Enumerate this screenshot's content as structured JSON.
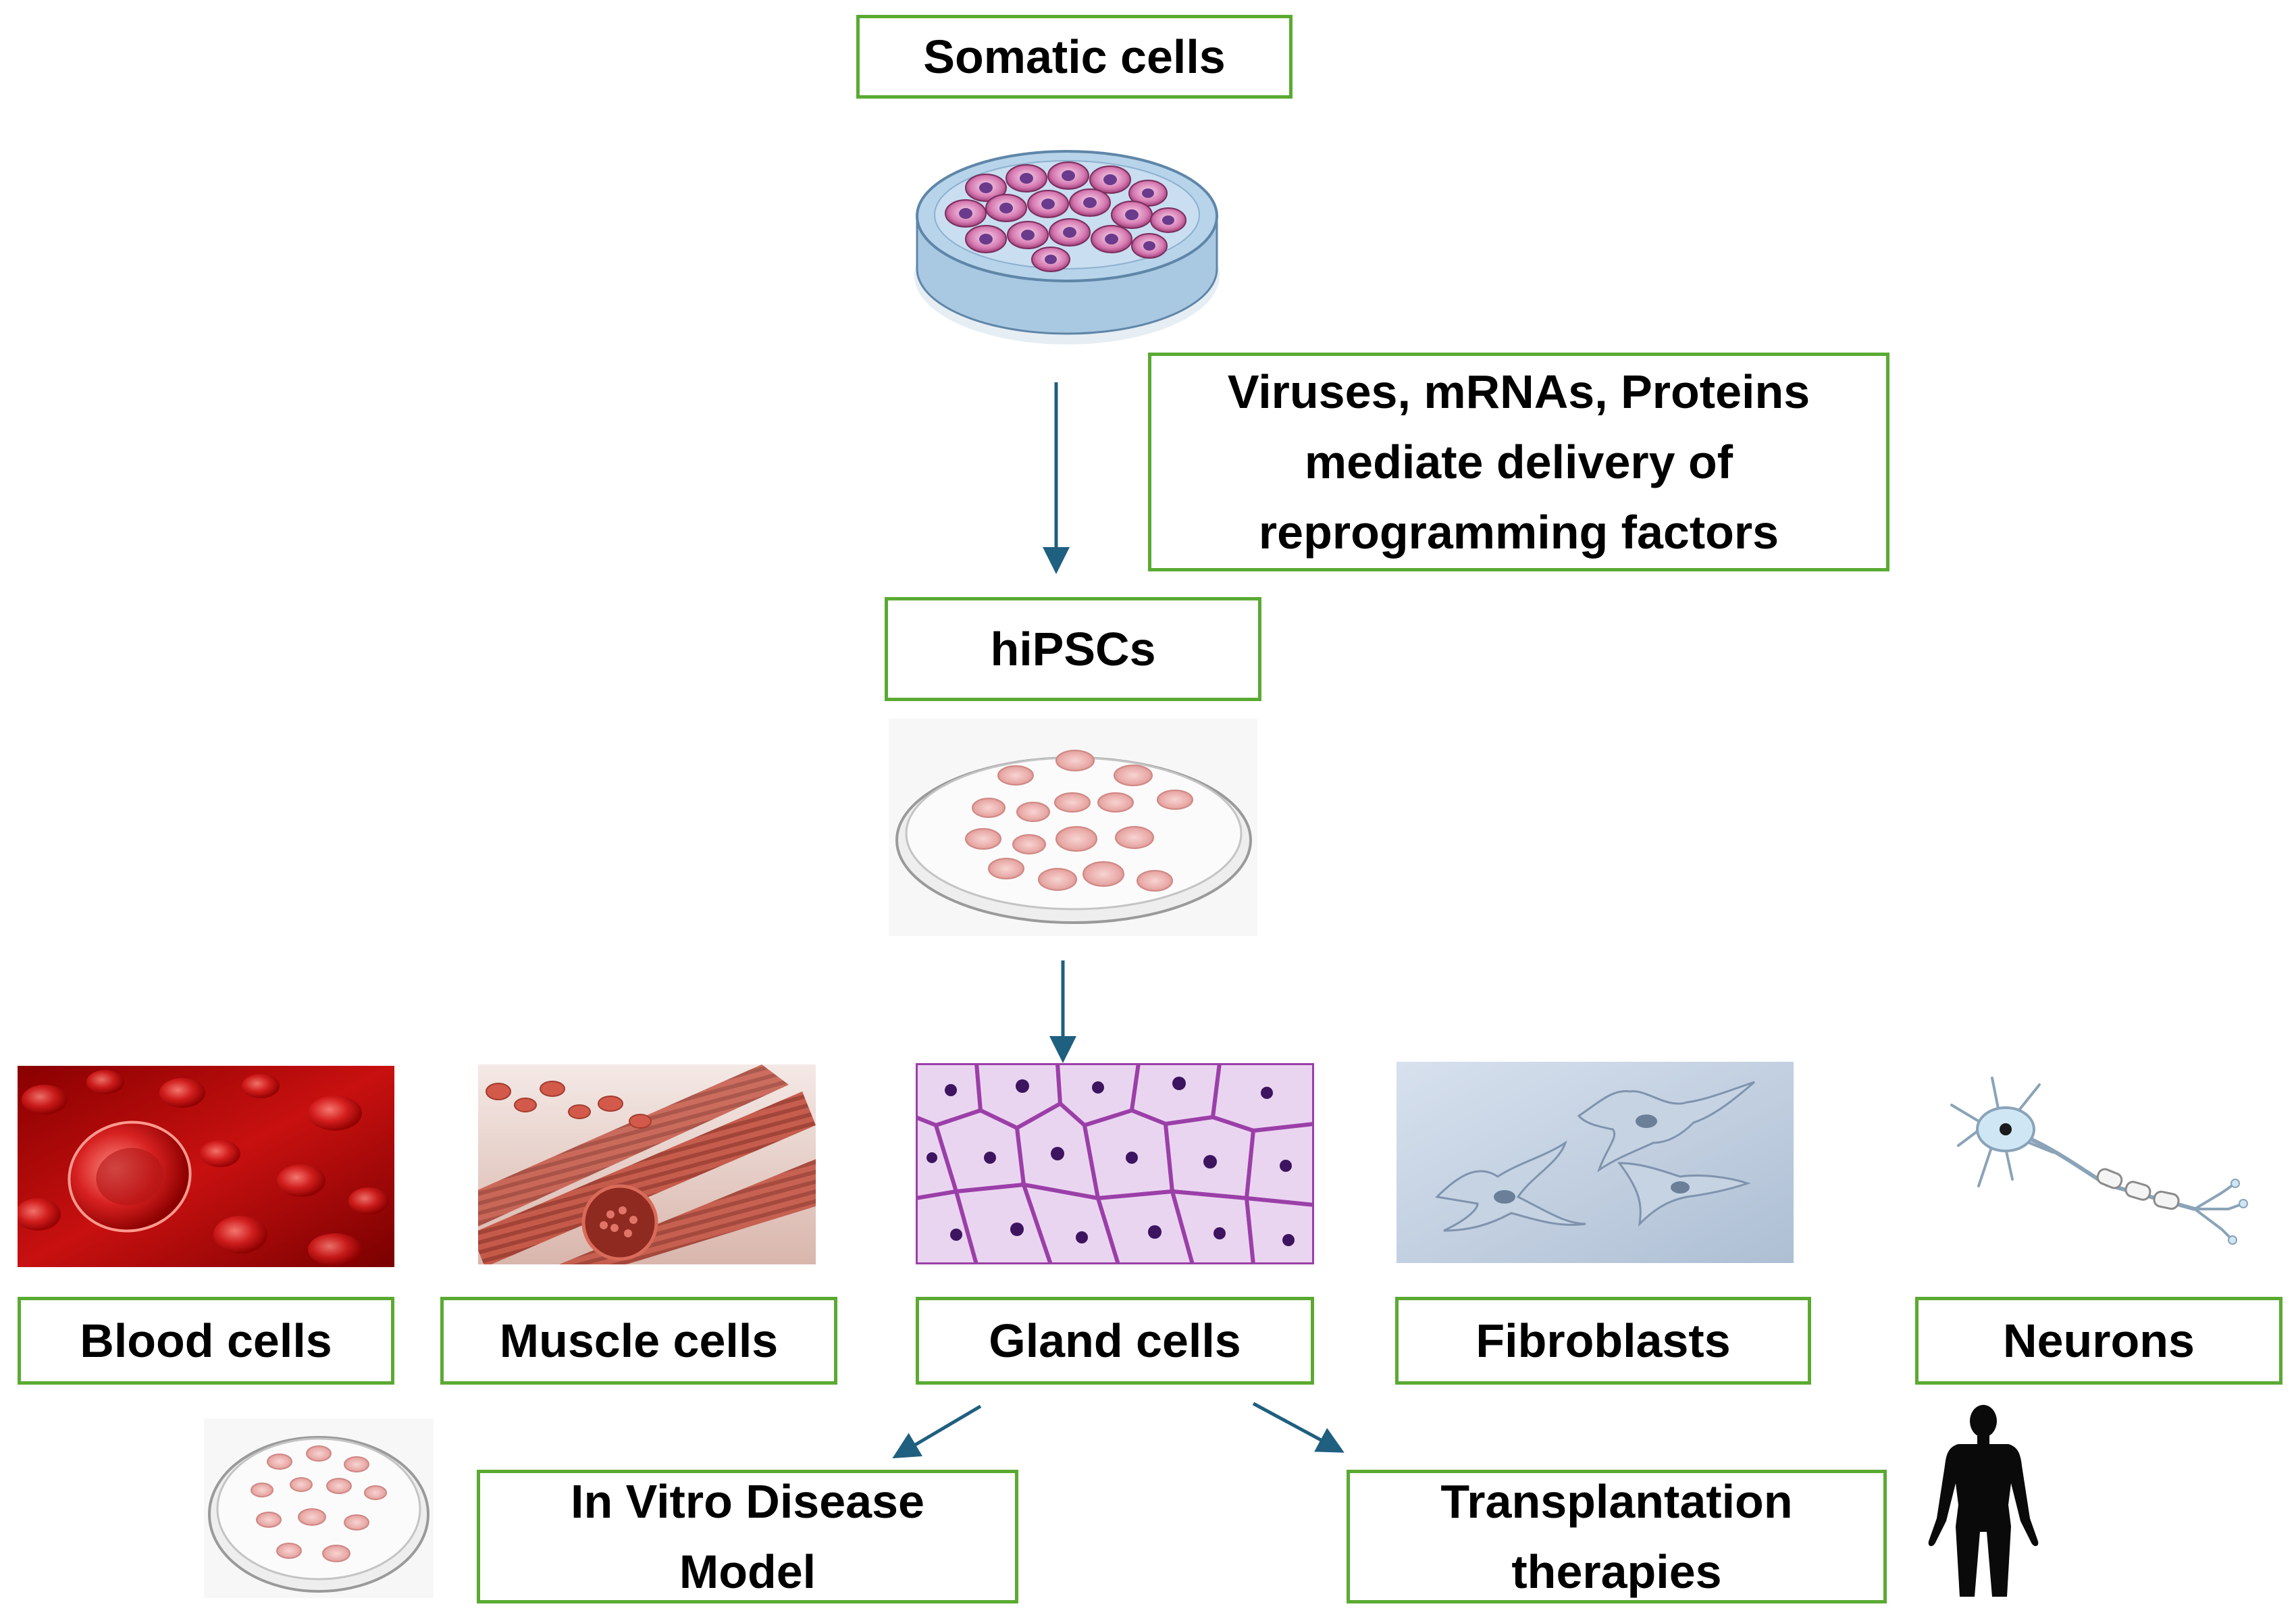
{
  "steps": {
    "somatic": "Somatic cells",
    "delivery": [
      "Viruses, mRNAs, Proteins",
      "mediate delivery of",
      "reprogramming factors"
    ],
    "hipsc": "hiPSCs"
  },
  "cell_types": [
    {
      "label": "Blood cells"
    },
    {
      "label": "Muscle cells"
    },
    {
      "label": "Gland cells"
    },
    {
      "label": "Fibroblasts"
    },
    {
      "label": "Neurons"
    }
  ],
  "applications": {
    "in_vitro": [
      "In Vitro Disease",
      "Model"
    ],
    "transplant": [
      "Transplantation",
      "therapies"
    ]
  },
  "colors": {
    "box_border": "#5aaa32",
    "arrow": "#1f5f80",
    "text": "#000000"
  },
  "icons": [
    "petri-dish-somatic-cells",
    "petri-dish-ipsc-colonies",
    "red-blood-cells-image",
    "muscle-fibers-image",
    "gland-tissue-image",
    "fibroblast-microscopy-image",
    "neuron-illustration",
    "human-silhouette-icon"
  ]
}
